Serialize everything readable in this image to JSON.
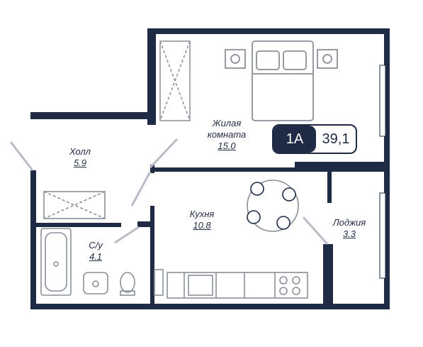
{
  "apartment": {
    "type": "1A",
    "total_area": "39,1"
  },
  "rooms": [
    {
      "name": "Жилая\nкомната",
      "area": "15.0"
    },
    {
      "name": "Холл",
      "area": "5.9"
    },
    {
      "name": "Кухня",
      "area": "10.8"
    },
    {
      "name": "Лоджия",
      "area": "3.3"
    },
    {
      "name": "С/у",
      "area": "4.1"
    }
  ],
  "colors": {
    "wall": "#1f2a44",
    "fixture": "#8a8f99",
    "badge_bg": "#1f2a44"
  }
}
